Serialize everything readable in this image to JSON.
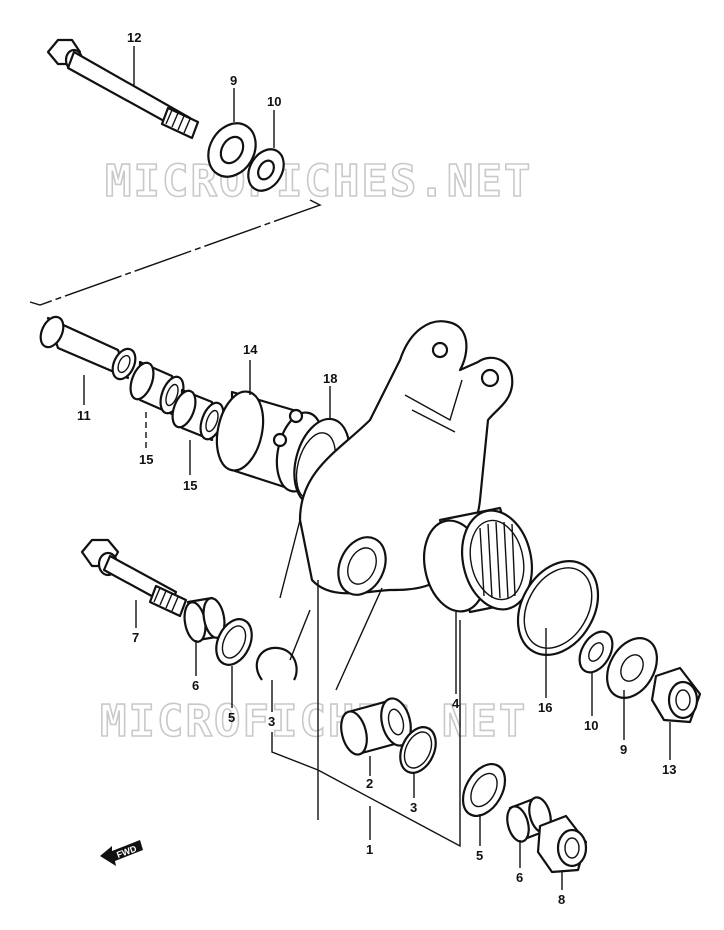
{
  "watermark": "MICROFICHES.NET",
  "fwd_label": "FWD",
  "callouts": [
    {
      "id": "c12a",
      "text": "12"
    },
    {
      "id": "c9a",
      "text": "9"
    },
    {
      "id": "c10a",
      "text": "10"
    },
    {
      "id": "c14",
      "text": "14"
    },
    {
      "id": "c18",
      "text": "18"
    },
    {
      "id": "c11",
      "text": "11"
    },
    {
      "id": "c15a",
      "text": "15"
    },
    {
      "id": "c15b",
      "text": "15"
    },
    {
      "id": "c7",
      "text": "7"
    },
    {
      "id": "c6a",
      "text": "6"
    },
    {
      "id": "c5a",
      "text": "5"
    },
    {
      "id": "c3a",
      "text": "3"
    },
    {
      "id": "c4",
      "text": "4"
    },
    {
      "id": "c16",
      "text": "16"
    },
    {
      "id": "c10b",
      "text": "10"
    },
    {
      "id": "c9b",
      "text": "9"
    },
    {
      "id": "c13",
      "text": "13"
    },
    {
      "id": "c2",
      "text": "2"
    },
    {
      "id": "c3b",
      "text": "3"
    },
    {
      "id": "c1",
      "text": "1"
    },
    {
      "id": "c5b",
      "text": "5"
    },
    {
      "id": "c6b",
      "text": "6"
    },
    {
      "id": "c8",
      "text": "8"
    }
  ]
}
